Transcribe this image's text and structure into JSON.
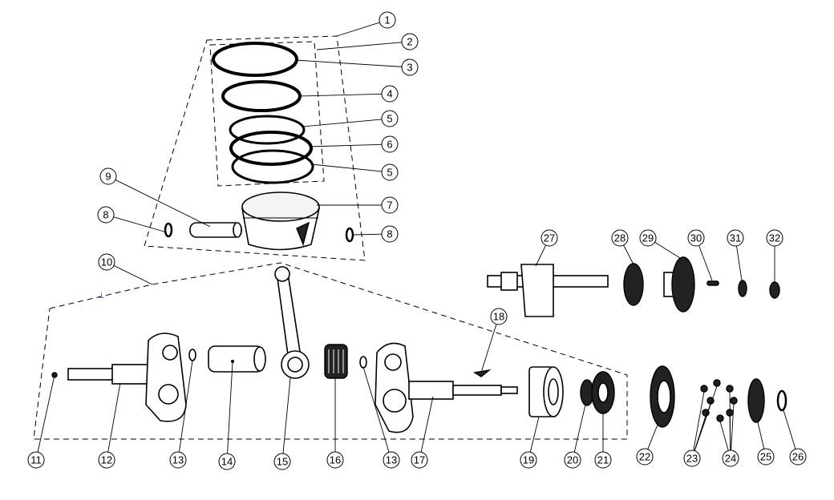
{
  "diagram": {
    "type": "exploded-parts-view",
    "callouts": [
      "1",
      "2",
      "3",
      "4",
      "5",
      "6",
      "5",
      "7",
      "8",
      "8",
      "9",
      "10",
      "11",
      "12",
      "13",
      "14",
      "15",
      "16",
      "13",
      "17",
      "18",
      "19",
      "20",
      "21",
      "22",
      "23",
      "24",
      "25",
      "26",
      "27",
      "28",
      "29",
      "30",
      "31",
      "32"
    ]
  }
}
